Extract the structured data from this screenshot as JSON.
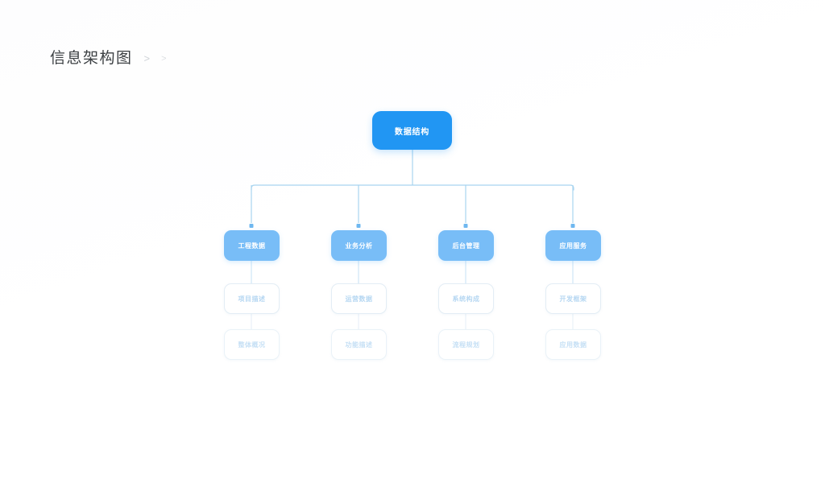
{
  "header": {
    "title": "信息架构图",
    "breadcrumb": [
      ">",
      ">"
    ]
  },
  "colors": {
    "root_fill": "#2196f3",
    "level2_fill": "#78bdf7",
    "node_outline": "#e3edf5",
    "connector": "#a8d4f0",
    "connector_faint": "#e8f1f8",
    "title_text": "#3c4043",
    "canvas": "#ffffff"
  },
  "diagram": {
    "type": "org-tree",
    "orientation": "top-down",
    "root": {
      "label": "数据结构",
      "level": 1
    },
    "branches": [
      {
        "label": "工程数据",
        "level": 2,
        "children": [
          {
            "label": "项目描述",
            "level": 3
          },
          {
            "label": "整体概况",
            "level": 4
          }
        ]
      },
      {
        "label": "业务分析",
        "level": 2,
        "children": [
          {
            "label": "运营数据",
            "level": 3
          },
          {
            "label": "功能描述",
            "level": 4
          }
        ]
      },
      {
        "label": "后台管理",
        "level": 2,
        "children": [
          {
            "label": "系统构成",
            "level": 3
          },
          {
            "label": "流程规划",
            "level": 4
          }
        ]
      },
      {
        "label": "应用服务",
        "level": 2,
        "children": [
          {
            "label": "开发框架",
            "level": 3
          },
          {
            "label": "应用数据",
            "level": 4
          }
        ]
      }
    ]
  }
}
